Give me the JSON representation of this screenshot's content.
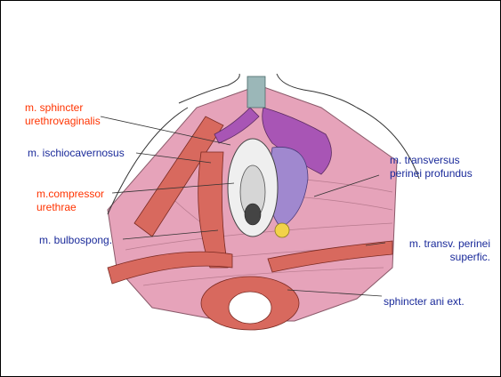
{
  "colors": {
    "label_orange": "#ff3300",
    "label_blue": "#1a2a9a",
    "muscle_red": "#d8695e",
    "muscle_pink": "#e6a3ba",
    "gland_purple": "#a07ad2",
    "clitoris_purple": "#a855b5"
  },
  "labels": {
    "sphincter_uv": {
      "line1": "m. sphincter",
      "line2": "urethrovaginalis"
    },
    "ischiocavernosus": "m. ischiocavernosus",
    "compressor": {
      "line1": "m.compressor",
      "line2": "urethrae"
    },
    "bulbospong": "m. bulbospong.",
    "transversus_prof": {
      "line1": "m. transversus",
      "line2": "perinei profundus"
    },
    "transv_superf": {
      "line1": "m. transv. perinei",
      "line2": "superfic."
    },
    "sphincter_ani": "sphincter ani ext."
  }
}
